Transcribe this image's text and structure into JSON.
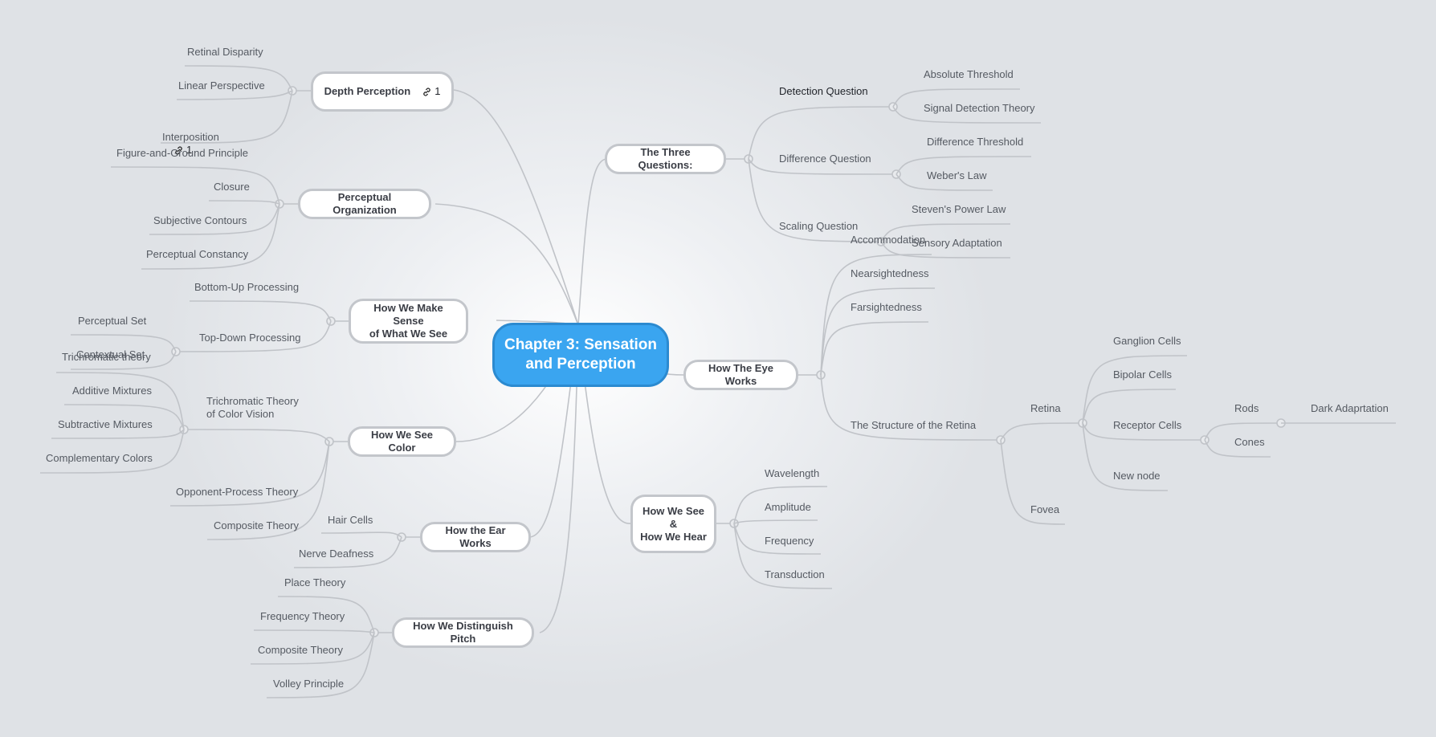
{
  "central_topic": "Chapter 3: Sensation\nand Perception",
  "colors": {
    "central_fill": "#3aa5f0",
    "line": "#c0c3c8",
    "topic_border": "#c3c6cb"
  },
  "left_branches": {
    "depth_perception": {
      "title": "Depth Perception",
      "link_count": "1",
      "children": [
        "Retinal Disparity",
        "Linear Perspective",
        "Interposition"
      ],
      "interposition_link_count": "1"
    },
    "perceptual_organization": {
      "title": "Perceptual Organization",
      "children": [
        "Figure-and-Ground Principle",
        "Closure",
        "Subjective Contours",
        "Perceptual Constancy"
      ]
    },
    "make_sense": {
      "title": "How We Make Sense\nof What We See",
      "children": [
        "Bottom-Up Processing",
        "Top-Down Processing"
      ],
      "top_down_children": [
        "Perceptual Set",
        "Contextual Set"
      ]
    },
    "see_color": {
      "title": "How We See Color",
      "children": [
        "Trichromatic Theory\nof Color Vision",
        "Opponent-Process Theory",
        "Composite Theory"
      ],
      "trichromatic_children": [
        "Trichromatic theory",
        "Additive Mixtures",
        "Subtractive Mixtures",
        "Complementary Colors"
      ]
    },
    "ear_works": {
      "title": "How the Ear Works",
      "children": [
        "Hair Cells",
        "Nerve Deafness"
      ]
    },
    "pitch": {
      "title": "How We Distinguish Pitch",
      "children": [
        "Place Theory",
        "Frequency Theory",
        "Composite Theory",
        "Volley Principle"
      ]
    }
  },
  "right_branches": {
    "three_questions": {
      "title": "The Three Questions:",
      "children": [
        "Detection Question",
        "Difference Question",
        "Scaling Question"
      ],
      "detection_children": [
        "Absolute Threshold",
        "Signal Detection Theory"
      ],
      "difference_children": [
        "Difference Threshold",
        "Weber's Law"
      ],
      "scaling_children": [
        "Steven's Power Law",
        "Sensory Adaptation"
      ]
    },
    "eye_works": {
      "title": "How The Eye Works",
      "children": [
        "Accommodation",
        "Nearsightedness",
        "Farsightedness",
        "The Structure of the Retina"
      ],
      "retina_structure_children": [
        "Retina",
        "Fovea"
      ],
      "retina_children": [
        "Ganglion Cells",
        "Bipolar Cells",
        "Receptor Cells",
        "New node"
      ],
      "receptor_children": [
        "Rods",
        "Cones"
      ],
      "rods_children": [
        "Dark Adaprtation"
      ]
    },
    "see_hear": {
      "title": "How We See\n&\nHow We Hear",
      "children": [
        "Wavelength",
        "Amplitude",
        "Frequency",
        "Transduction"
      ]
    }
  }
}
